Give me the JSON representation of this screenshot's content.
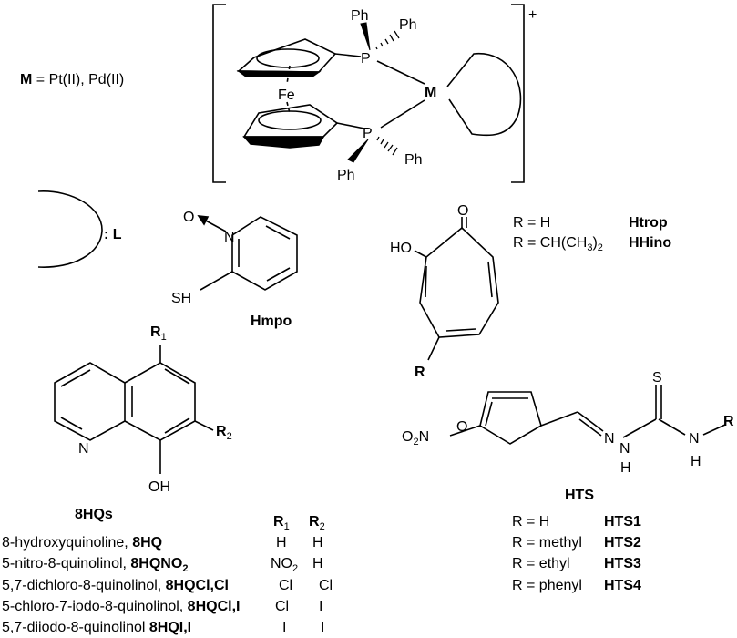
{
  "metal_def": {
    "symbol": "M",
    "text": " = Pt(II), Pd(II)"
  },
  "complex": {
    "charge": "+",
    "fe": "Fe",
    "p_upper": "P",
    "p_lower": "P",
    "ph_upper_left": "Ph",
    "ph_upper_right": "Ph",
    "ph_lower_left": "Ph",
    "ph_lower_right": "Ph",
    "metal": "M"
  },
  "ligand_def": {
    "text": ": L"
  },
  "hmpo": {
    "o": "O",
    "n": "N",
    "sh": "SH",
    "name": "Hmpo"
  },
  "trop": {
    "o": "O",
    "ho": "HO",
    "r": "R",
    "rows": [
      {
        "cond": "R = H",
        "code": "Htrop"
      },
      {
        "cond_main": "R = CH(CH",
        "sub1": "3",
        "mid": ")",
        "sub2": "2",
        "code": "HHino"
      }
    ]
  },
  "hq": {
    "r1": "R",
    "r1_sub": "1",
    "r2": "R",
    "r2_sub": "2",
    "n": "N",
    "oh": "OH",
    "name": "8HQs",
    "col_r1": "R",
    "col_r1_sub": "1",
    "col_r2": "R",
    "col_r2_sub": "2",
    "rows": [
      {
        "name": "8-hydroxyquinoline, ",
        "code": "8HQ",
        "code_sub": "",
        "r1": "H",
        "r1_sub": "",
        "r2": "H"
      },
      {
        "name": "5-nitro-8-quinolinol, ",
        "code": "8HQNO",
        "code_sub": "2",
        "r1": "NO",
        "r1_sub": "2",
        "r2": "H"
      },
      {
        "name": "5,7-dichloro-8-quinolinol, ",
        "code": "8HQCl,Cl",
        "code_sub": "",
        "r1": "Cl",
        "r1_sub": "",
        "r2": "Cl"
      },
      {
        "name": "5-chloro-7-iodo-8-quinolinol, ",
        "code": "8HQCl,I",
        "code_sub": "",
        "r1": "Cl",
        "r1_sub": "",
        "r2": "I"
      },
      {
        "name": "5,7-diiodo-8-quinolinol ",
        "code": "8HQI,I",
        "code_sub": "",
        "r1": "I",
        "r1_sub": "",
        "r2": "I"
      }
    ]
  },
  "hts": {
    "s": "S",
    "n_r": "N",
    "h_r": "H",
    "r": "R",
    "nh_n": "N",
    "nh_h": "H",
    "imine_n": "N",
    "furan_o": "O",
    "nitro_o": "O",
    "nitro_sub": "2",
    "nitro_n": "N",
    "name": "HTS",
    "rows": [
      {
        "cond": "R = H",
        "code": "HTS1"
      },
      {
        "cond": "R = methyl",
        "code": "HTS2"
      },
      {
        "cond": "R = ethyl",
        "code": "HTS3"
      },
      {
        "cond": "R = phenyl",
        "code": "HTS4"
      }
    ]
  }
}
